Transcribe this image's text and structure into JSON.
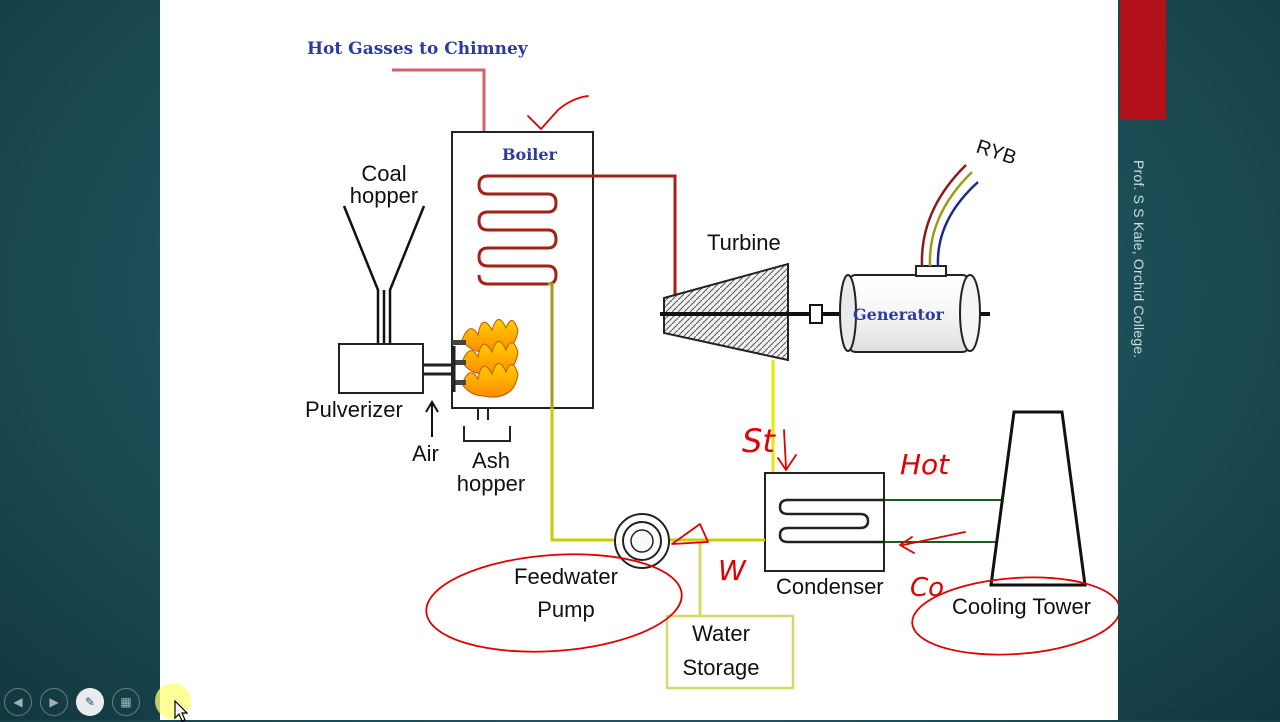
{
  "diagram": {
    "chimney_label": "Hot Gasses to Chimney",
    "boiler_label": "Boiler",
    "coal_hopper_line1": "Coal",
    "coal_hopper_line2": "hopper",
    "pulverizer_label": "Pulverizer",
    "air_label": "Air",
    "ash_hopper_line1": "Ash",
    "ash_hopper_line2": "hopper",
    "turbine_label": "Turbine",
    "generator_label": "Generator",
    "phases_label": "RYB",
    "condenser_label": "Condenser",
    "cooling_tower_label": "Cooling Tower",
    "feedwater_line1": "Feedwater",
    "feedwater_line2": "Pump",
    "water_storage_line1": "Water",
    "water_storage_line2": "Storage"
  },
  "annotations": {
    "steam_mark": "St",
    "hot_mark": "Hot",
    "cold_mark": "Co",
    "water_mark": "W"
  },
  "colors": {
    "steam_pipe": "#a32216",
    "feed_pipe": "#e5e800",
    "ink_red": "#e00000",
    "label_blue": "#2b3ba0",
    "cooling_pipe": "#1e5c1e"
  },
  "sidebar": {
    "credit": "Prof. S S Kale, Orchid College."
  },
  "controls": {
    "icons": [
      "previous-icon",
      "next-icon",
      "pen-icon",
      "slides-icon",
      "zoom-icon"
    ]
  }
}
